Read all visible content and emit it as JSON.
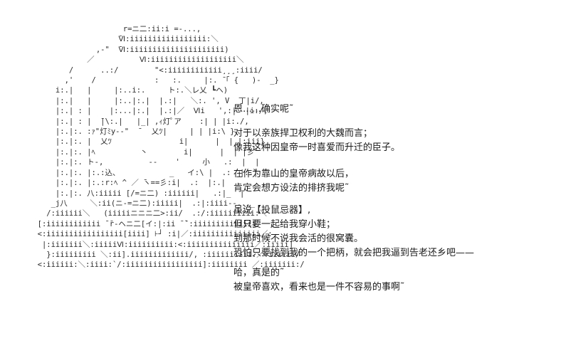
{
  "art_lines": [
    "                     r=ニ二:ii:i =-...,",
    "                    ̄Ⅵ:iiiiiiiiiiiiiiiii:＼",
    "               ,-\"  ̄Ⅵ:iiiiiiiiiiiiiiiiiiiii)",
    "             ／          Ⅵ:iiiiiiiiiiiiiiiiiii＼",
    "         /      ..:/        \"<:iiiiiiiiiiii¸¸¸:iiii/",
    "        ,'    /             :   :.     |:. ̄「 {   )-  _}",
    "      i:.|   |     |:..i:.     ト:.＼レ乂 ┗ヘ)",
    "      |:.|   |     |:..|:.|  |.:|   ＼:. ', V  丁|i/,",
    "      |:.| : |    |:...|:.|  |.:|／  Ⅵi   ',:|  |i:/,",
    "      |:.| : |  ̄|\\:.|   |_| ,ｨ灯ﾟア    :| | |i:./,",
    "      |:.|:. :ｧ\"灯ﾐy--\"  ̄   乂ﾂ|     | | |i:\\ }",
    "      |:.|:. |  乂ﾂ               i|      |  | |:iii}",
    "      |:.|:. |ﾍ          丶        i|      |  | |彡'",
    "      |:.|:. ト-,          --    '     小   .:  |  |",
    "      |:.|:. |:.:込、           _   イ:\\ |  .:  |:.|",
    "      |:.|:. |:.:r:ﾍ ^ ／ ̄ヽ==彡:i|  .:  |:.|",
    "      |:.|:. 八:iiiii [/=ニ二) :iiiiii|   .:|_  |",
    "     _j八     ＼:ii(ニ-=ニ二):iiiii|  .:|:iiii--..._",
    "    /:iiiiii＼   (iiiiiニニニ二>:ii/  .:/:iiiiiiiiii:＼",
    "  [:iiiiiiiiiiii ̄ ̄r‐ヘニ二[イ:|:ii ̄ ̄`:iiiiiiiiiiiiii",
    "  <:iiiiiiiiiiiiiiiii[iiii] ⊦┘ :i|／:iiiiiiiiiiiiiii／:",
    "   |:iiiiiii＼:iiiiiⅥ:iiiiiiiiii:<:iiiiiiiiiiiiiii／:iiiii]",
    "    }:iiiiiiiii ＼:ii].iiiiiiiiiiiii/, :iiiiiiiiii.／:iiiiii/",
    "  <:iiiiii:＼:iiii:`/:iiiiiiiiiiiiiiiii]:iiiiiiii ／:iiiiiii:/"
  ],
  "dialogue": [
    "恩……确实呢˜",
    "",
    "对于以亲族捍卫权利的大魏而言；",
    "像我这种因皇帝一时喜爱而升迁的臣子。",
    "",
    "在作为靠山的皇帝病故以后，",
    "肯定会想方设法的排挤我呢˜",
    "",
    "虽说【投鼠忌器】,",
    "但只要一起给我穿小鞋；",
    "到那时候不说我会活的很窝囊。",
    "恐怕只要找到我的一个把柄，就会把我逼到告老还乡吧——",
    "",
    "哈，真是的˜",
    "被皇帝喜欢，看来也是一件不容易的事啊˜"
  ]
}
